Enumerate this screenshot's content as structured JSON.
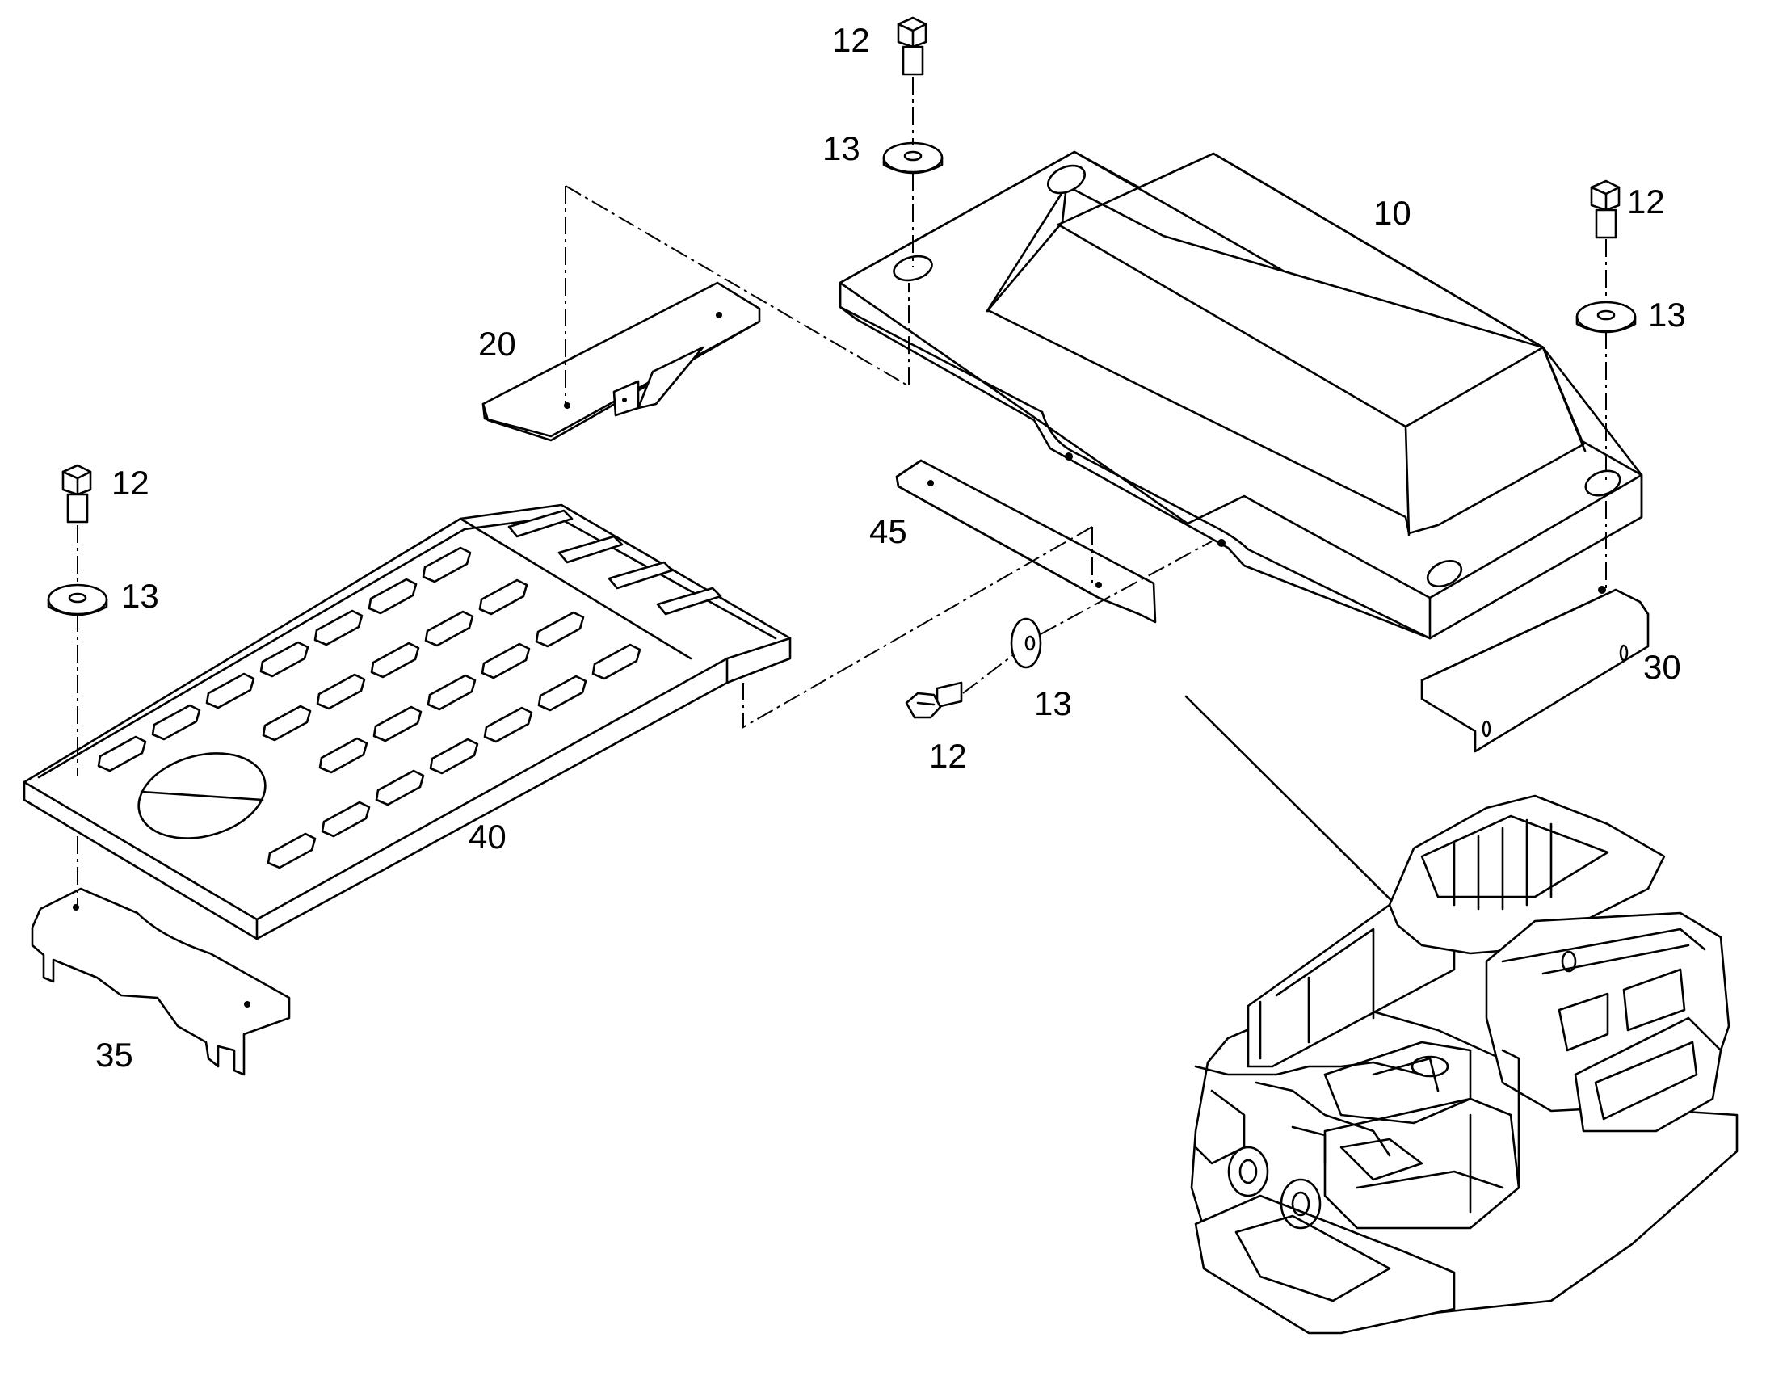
{
  "callouts": {
    "c10": "10",
    "c12_top": "12",
    "c13_top": "13",
    "c12_right": "12",
    "c13_right": "13",
    "c20": "20",
    "c30": "30",
    "c35": "35",
    "c40": "40",
    "c45": "45",
    "c12_left": "12",
    "c13_left": "13",
    "c12_center": "12",
    "c13_center": "13"
  },
  "colors": {
    "line": "#000000",
    "background": "#ffffff"
  }
}
